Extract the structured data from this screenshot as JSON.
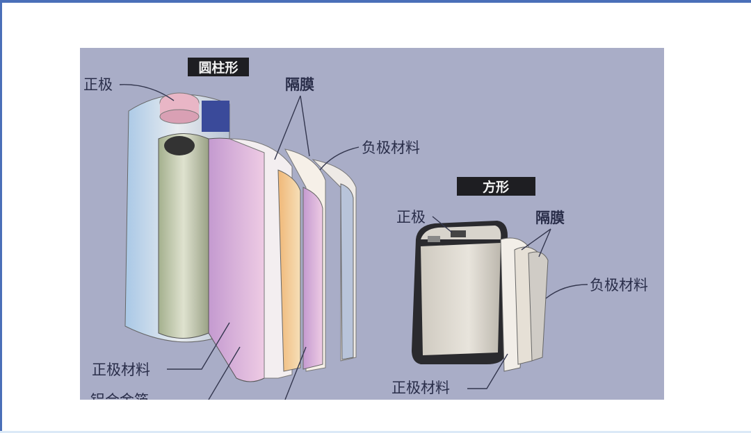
{
  "cylindrical": {
    "title": "圆柱形",
    "positive_terminal": "正极",
    "separator": "隔膜",
    "negative_material": "负极材料",
    "positive_material": "正极材料",
    "aluminum_foil": "铝合金箔"
  },
  "prismatic": {
    "title": "方形",
    "positive_terminal": "正极",
    "separator": "隔膜",
    "negative_material": "负极材料",
    "positive_material": "正极材料"
  },
  "colors": {
    "frame": "#4a6fb8",
    "photo_background": "#a9adc7",
    "title_tag": "#1e1e22"
  }
}
